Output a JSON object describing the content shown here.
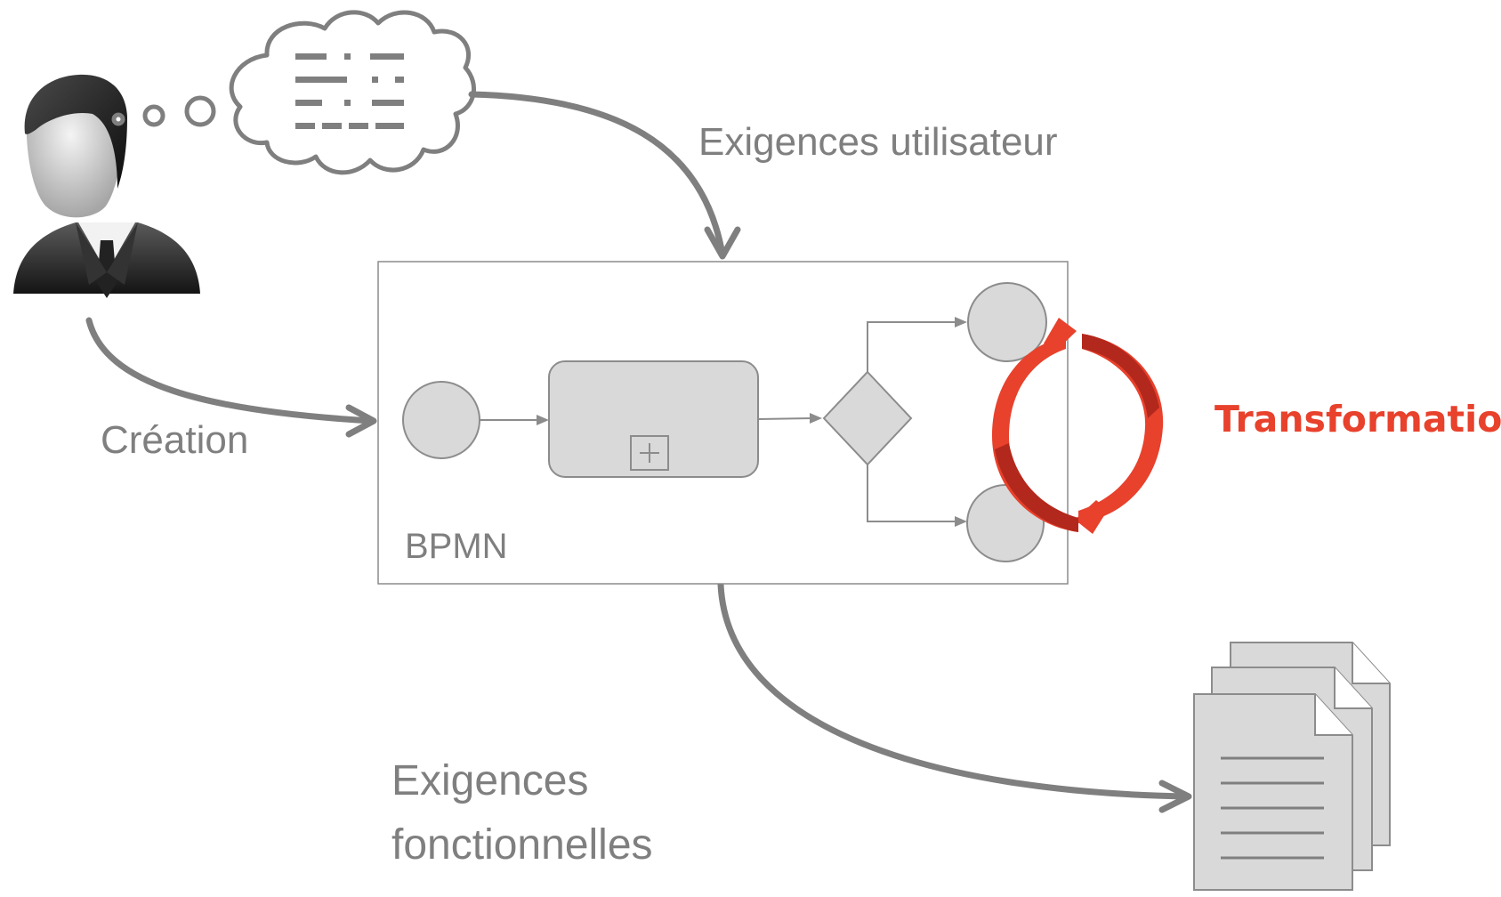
{
  "labels": {
    "exigences_utilisateur": "Exigences utilisateur",
    "creation": "Création",
    "bpmn": "BPMN",
    "exigences_fonctionnelles_line1": "Exigences",
    "exigences_fonctionnelles_line2": "fonctionnelles",
    "transformation": "Transformation"
  },
  "colors": {
    "arrow_gray": "#7f7f7f",
    "shape_fill": "#d9d9d9",
    "shape_stroke": "#8c8c8c",
    "transformation_red": "#e8412c",
    "transformation_dark_red": "#b3281c"
  },
  "icons": {
    "user": "businessman-icon",
    "thought": "thought-cloud-icon",
    "documents": "document-stack-icon",
    "transformation": "circular-arrows-icon"
  }
}
